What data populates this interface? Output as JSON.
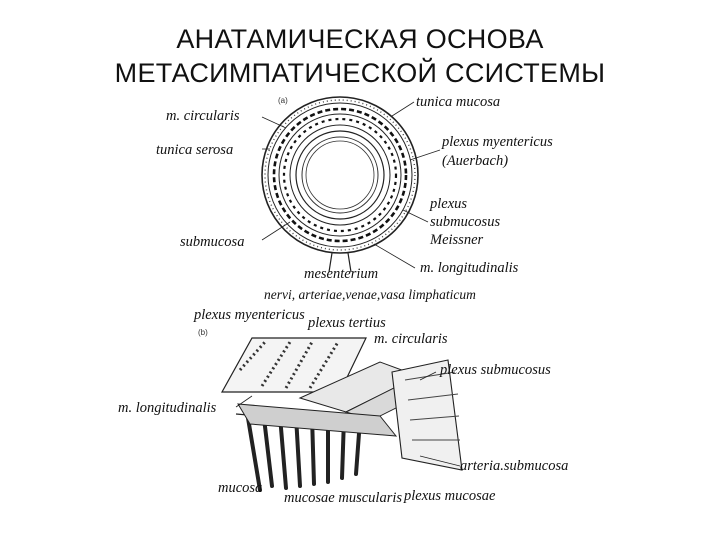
{
  "title": {
    "line1": "АНАТАМИЧЕСКАЯ ОСНОВА",
    "line2": "МЕТАСИМПАТИЧЕСКОЙ ССИСТЕМЫ"
  },
  "panel_a": {
    "tag": "(a)",
    "labels": {
      "tunica_mucosa": "tunica mucosa",
      "m_circularis": "m. circularis",
      "tunica_serosa": "tunica serosa",
      "plexus_myentericus_1": "plexus myentericus",
      "plexus_myentericus_2": "(Auerbach)",
      "plexus_submucosus_1": "plexus",
      "plexus_submucosus_2": "submucosus",
      "plexus_submucosus_3": "Meissner",
      "submucosa": "submucosa",
      "mesenterium": "mesenterium",
      "m_longitudinalis": "m. longitudinalis",
      "vessels": "nervi, arteriae,venae,vasa limphaticum"
    }
  },
  "panel_b": {
    "tag": "(b)",
    "labels": {
      "plexus_myentericus": "plexus myentericus",
      "plexus_tertius": "plexus tertius",
      "m_circularis": "m. circularis",
      "plexus_submucosus": "plexus submucosus",
      "m_longitudinalis": "m. longitudinalis",
      "arteria_submucosa": "arteria.submucosa",
      "mucosa": "mucosa",
      "mucosae_muscularis": "mucosae muscularis",
      "plexus_mucosae": "plexus mucosae"
    }
  }
}
